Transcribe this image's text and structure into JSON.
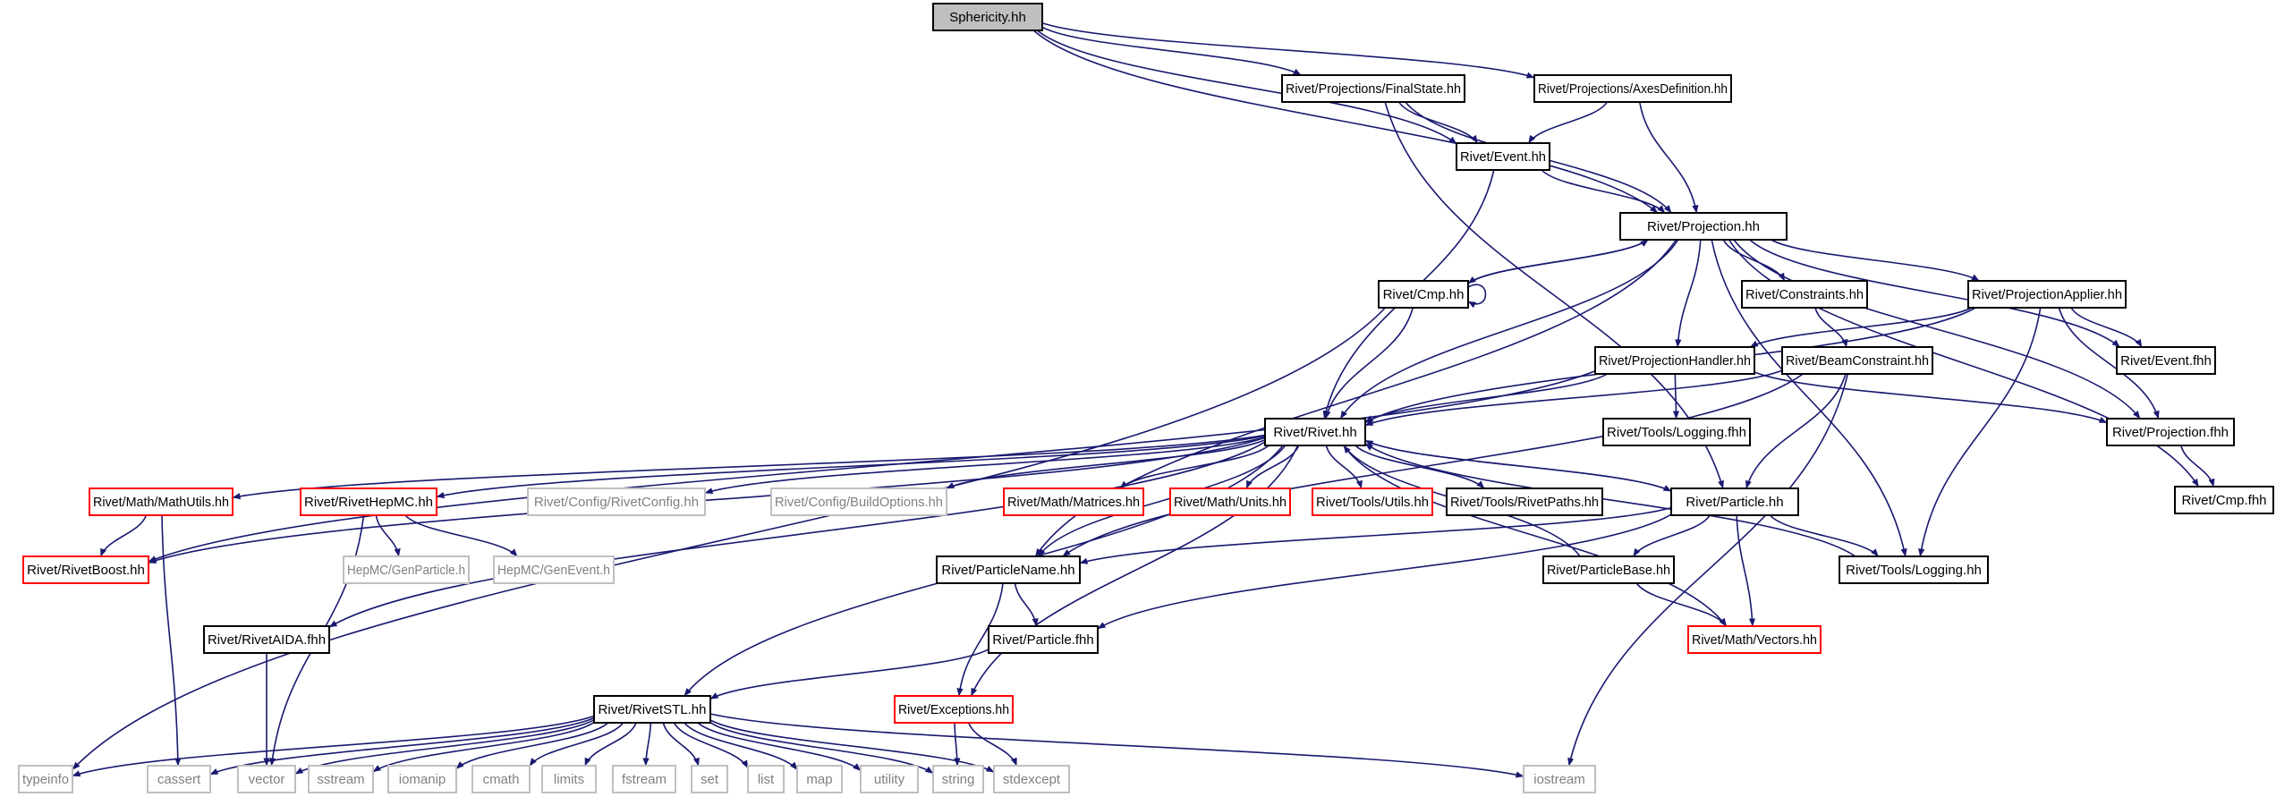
{
  "diagram": {
    "title": "",
    "node_styles": {
      "root": {
        "stroke": "#000000",
        "fill": "#bfbfbf",
        "text": "#000000"
      },
      "normal": {
        "stroke": "#000000",
        "fill": "#ffffff",
        "text": "#000000"
      },
      "red": {
        "stroke": "#ff0000",
        "fill": "#ffffff",
        "text": "#000000"
      },
      "grey": {
        "stroke": "#bfbfbf",
        "fill": "#ffffff",
        "text": "#808080"
      }
    },
    "edge_color": "#191970",
    "nodes": [
      {
        "id": "sphericity",
        "label": "Sphericity.hh",
        "style": "root"
      },
      {
        "id": "finalstate",
        "label": "Rivet/Projections/FinalState.hh",
        "style": "normal"
      },
      {
        "id": "axesdef",
        "label": "Rivet/Projections/AxesDefinition.hh",
        "style": "normal"
      },
      {
        "id": "eventhh",
        "label": "Rivet/Event.hh",
        "style": "normal"
      },
      {
        "id": "projection",
        "label": "Rivet/Projection.hh",
        "style": "normal"
      },
      {
        "id": "cmphh",
        "label": "Rivet/Cmp.hh",
        "style": "normal"
      },
      {
        "id": "constraints",
        "label": "Rivet/Constraints.hh",
        "style": "normal"
      },
      {
        "id": "projapplier",
        "label": "Rivet/ProjectionApplier.hh",
        "style": "normal"
      },
      {
        "id": "eventfhh",
        "label": "Rivet/Event.fhh",
        "style": "normal"
      },
      {
        "id": "projhandler",
        "label": "Rivet/ProjectionHandler.hh",
        "style": "normal"
      },
      {
        "id": "beamconstraint",
        "label": "Rivet/BeamConstraint.hh",
        "style": "normal"
      },
      {
        "id": "loggingfhh",
        "label": "Rivet/Tools/Logging.fhh",
        "style": "normal"
      },
      {
        "id": "projfhh",
        "label": "Rivet/Projection.fhh",
        "style": "normal"
      },
      {
        "id": "rivethh",
        "label": "Rivet/Rivet.hh",
        "style": "normal"
      },
      {
        "id": "cmpfhh",
        "label": "Rivet/Cmp.fhh",
        "style": "normal"
      },
      {
        "id": "mathutils",
        "label": "Rivet/Math/MathUtils.hh",
        "style": "red"
      },
      {
        "id": "hepmc",
        "label": "Rivet/RivetHepMC.hh",
        "style": "red"
      },
      {
        "id": "rivetconfig",
        "label": "Rivet/Config/RivetConfig.hh",
        "style": "grey"
      },
      {
        "id": "buildoptions",
        "label": "Rivet/Config/BuildOptions.hh",
        "style": "grey"
      },
      {
        "id": "matrices",
        "label": "Rivet/Math/Matrices.hh",
        "style": "red"
      },
      {
        "id": "units",
        "label": "Rivet/Math/Units.hh",
        "style": "red"
      },
      {
        "id": "toolsutils",
        "label": "Rivet/Tools/Utils.hh",
        "style": "red"
      },
      {
        "id": "rivetpaths",
        "label": "Rivet/Tools/RivetPaths.hh",
        "style": "normal"
      },
      {
        "id": "particlehh",
        "label": "Rivet/Particle.hh",
        "style": "normal"
      },
      {
        "id": "rivetboost",
        "label": "Rivet/RivetBoost.hh",
        "style": "red"
      },
      {
        "id": "genparticle",
        "label": "HepMC/GenParticle.h",
        "style": "grey"
      },
      {
        "id": "genevent",
        "label": "HepMC/GenEvent.h",
        "style": "grey"
      },
      {
        "id": "particlename",
        "label": "Rivet/ParticleName.hh",
        "style": "normal"
      },
      {
        "id": "particlebase",
        "label": "Rivet/ParticleBase.hh",
        "style": "normal"
      },
      {
        "id": "logginghh",
        "label": "Rivet/Tools/Logging.hh",
        "style": "normal"
      },
      {
        "id": "rivetaida",
        "label": "Rivet/RivetAIDA.fhh",
        "style": "normal"
      },
      {
        "id": "particlefhh",
        "label": "Rivet/Particle.fhh",
        "style": "normal"
      },
      {
        "id": "vectors",
        "label": "Rivet/Math/Vectors.hh",
        "style": "red"
      },
      {
        "id": "rivetstl",
        "label": "Rivet/RivetSTL.hh",
        "style": "normal"
      },
      {
        "id": "exceptions",
        "label": "Rivet/Exceptions.hh",
        "style": "red"
      },
      {
        "id": "typeinfo",
        "label": "typeinfo",
        "style": "grey"
      },
      {
        "id": "cassert",
        "label": "cassert",
        "style": "grey"
      },
      {
        "id": "vector",
        "label": "vector",
        "style": "grey"
      },
      {
        "id": "sstream",
        "label": "sstream",
        "style": "grey"
      },
      {
        "id": "iomanip",
        "label": "iomanip",
        "style": "grey"
      },
      {
        "id": "cmath",
        "label": "cmath",
        "style": "grey"
      },
      {
        "id": "limits",
        "label": "limits",
        "style": "grey"
      },
      {
        "id": "fstream",
        "label": "fstream",
        "style": "grey"
      },
      {
        "id": "set",
        "label": "set",
        "style": "grey"
      },
      {
        "id": "list",
        "label": "list",
        "style": "grey"
      },
      {
        "id": "map",
        "label": "map",
        "style": "grey"
      },
      {
        "id": "utility",
        "label": "utility",
        "style": "grey"
      },
      {
        "id": "string",
        "label": "string",
        "style": "grey"
      },
      {
        "id": "stdexcept",
        "label": "stdexcept",
        "style": "grey"
      },
      {
        "id": "iostream",
        "label": "iostream",
        "style": "grey"
      }
    ],
    "edges": [
      [
        "sphericity",
        "finalstate"
      ],
      [
        "sphericity",
        "axesdef"
      ],
      [
        "sphericity",
        "eventhh"
      ],
      [
        "sphericity",
        "projection"
      ],
      [
        "finalstate",
        "eventhh"
      ],
      [
        "finalstate",
        "projection"
      ],
      [
        "finalstate",
        "particlehh"
      ],
      [
        "axesdef",
        "eventhh"
      ],
      [
        "axesdef",
        "projection"
      ],
      [
        "eventhh",
        "projection"
      ],
      [
        "eventhh",
        "rivethh"
      ],
      [
        "projection",
        "cmphh"
      ],
      [
        "projection",
        "constraints"
      ],
      [
        "projection",
        "projapplier"
      ],
      [
        "projection",
        "eventfhh"
      ],
      [
        "projection",
        "projhandler"
      ],
      [
        "projection",
        "rivethh"
      ],
      [
        "projection",
        "particlename"
      ],
      [
        "projection",
        "logginghh"
      ],
      [
        "projection",
        "projfhh"
      ],
      [
        "projection",
        "cmpfhh"
      ],
      [
        "cmphh",
        "projection"
      ],
      [
        "cmphh",
        "cmphh"
      ],
      [
        "cmphh",
        "rivethh"
      ],
      [
        "cmphh",
        "typeinfo"
      ],
      [
        "constraints",
        "beamconstraint"
      ],
      [
        "projapplier",
        "eventfhh"
      ],
      [
        "projapplier",
        "projhandler"
      ],
      [
        "projapplier",
        "projfhh"
      ],
      [
        "projapplier",
        "rivethh"
      ],
      [
        "projapplier",
        "logginghh"
      ],
      [
        "projhandler",
        "rivethh"
      ],
      [
        "projhandler",
        "loggingfhh"
      ],
      [
        "projhandler",
        "projfhh"
      ],
      [
        "projhandler",
        "rivetboost"
      ],
      [
        "beamconstraint",
        "rivethh"
      ],
      [
        "beamconstraint",
        "particlehh"
      ],
      [
        "beamconstraint",
        "particlename"
      ],
      [
        "beamconstraint",
        "iostream"
      ],
      [
        "projfhh",
        "cmpfhh"
      ],
      [
        "rivethh",
        "mathutils"
      ],
      [
        "rivethh",
        "hepmc"
      ],
      [
        "rivethh",
        "rivetconfig"
      ],
      [
        "rivethh",
        "buildoptions"
      ],
      [
        "rivethh",
        "matrices"
      ],
      [
        "rivethh",
        "units"
      ],
      [
        "rivethh",
        "toolsutils"
      ],
      [
        "rivethh",
        "rivetpaths"
      ],
      [
        "rivethh",
        "particlehh"
      ],
      [
        "rivethh",
        "rivetboost"
      ],
      [
        "rivethh",
        "rivetaida"
      ],
      [
        "rivethh",
        "rivetstl"
      ],
      [
        "rivethh",
        "exceptions"
      ],
      [
        "rivethh",
        "particlename"
      ],
      [
        "rivethh",
        "vectors"
      ],
      [
        "mathutils",
        "rivetboost"
      ],
      [
        "mathutils",
        "cassert"
      ],
      [
        "hepmc",
        "genparticle"
      ],
      [
        "hepmc",
        "genevent"
      ],
      [
        "hepmc",
        "vector"
      ],
      [
        "particlehh",
        "rivethh"
      ],
      [
        "particlehh",
        "particlename"
      ],
      [
        "particlehh",
        "particlebase"
      ],
      [
        "particlehh",
        "logginghh"
      ],
      [
        "particlehh",
        "vectors"
      ],
      [
        "particlehh",
        "particlefhh"
      ],
      [
        "particlebase",
        "rivethh"
      ],
      [
        "particlebase",
        "vectors"
      ],
      [
        "logginghh",
        "rivethh"
      ],
      [
        "particlename",
        "particlefhh"
      ],
      [
        "particlename",
        "exceptions"
      ],
      [
        "particlefhh",
        "rivetstl"
      ],
      [
        "rivetaida",
        "vector"
      ],
      [
        "exceptions",
        "string"
      ],
      [
        "exceptions",
        "stdexcept"
      ],
      [
        "rivetstl",
        "typeinfo"
      ],
      [
        "rivetstl",
        "cassert"
      ],
      [
        "rivetstl",
        "vector"
      ],
      [
        "rivetstl",
        "sstream"
      ],
      [
        "rivetstl",
        "iomanip"
      ],
      [
        "rivetstl",
        "cmath"
      ],
      [
        "rivetstl",
        "limits"
      ],
      [
        "rivetstl",
        "fstream"
      ],
      [
        "rivetstl",
        "set"
      ],
      [
        "rivetstl",
        "list"
      ],
      [
        "rivetstl",
        "map"
      ],
      [
        "rivetstl",
        "utility"
      ],
      [
        "rivetstl",
        "string"
      ],
      [
        "rivetstl",
        "stdexcept"
      ],
      [
        "rivetstl",
        "iostream"
      ]
    ]
  }
}
